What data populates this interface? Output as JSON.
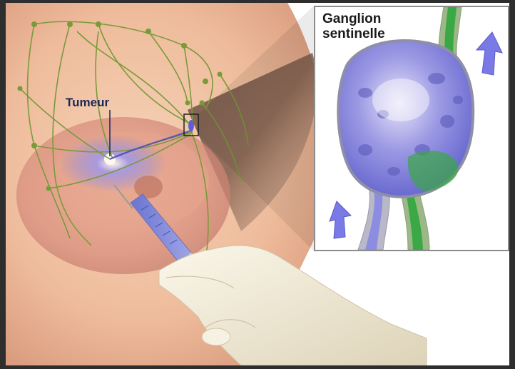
{
  "labels": {
    "tumor": "Tumeur",
    "inset_title_line1": "Ganglion",
    "inset_title_line2": "sentinelle"
  },
  "colors": {
    "skin": "#f2c4a4",
    "skin_shadow": "#d99a7a",
    "lymph_vessel": "#7a9a3a",
    "dye": "#6a6ad8",
    "glove": "#f2ecd8"
  },
  "icons": [
    "arrow-up-icon",
    "arrow-up-icon"
  ]
}
